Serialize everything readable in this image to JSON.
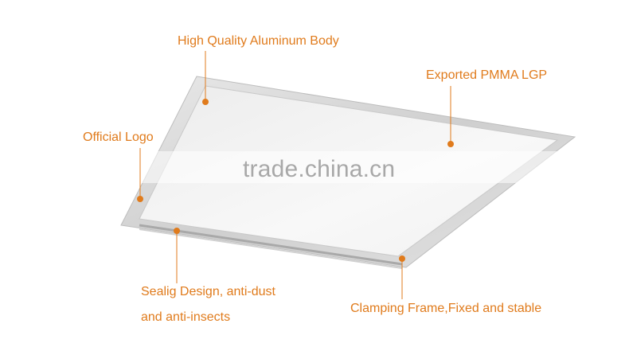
{
  "colors": {
    "accent": "#e07b1c",
    "frame": "#d8d8d8",
    "panel": "#f6f6f6"
  },
  "callouts": {
    "aluminum_body": "High Quality Aluminum Body",
    "pmma_lgp": "Exported PMMA LGP",
    "official_logo": "Official Logo",
    "sealing_line1": "Sealig Design, anti-dust",
    "sealing_line2": "and anti-insects",
    "clamping_frame": "Clamping Frame,Fixed and stable"
  },
  "watermark": "trade.china.cn"
}
